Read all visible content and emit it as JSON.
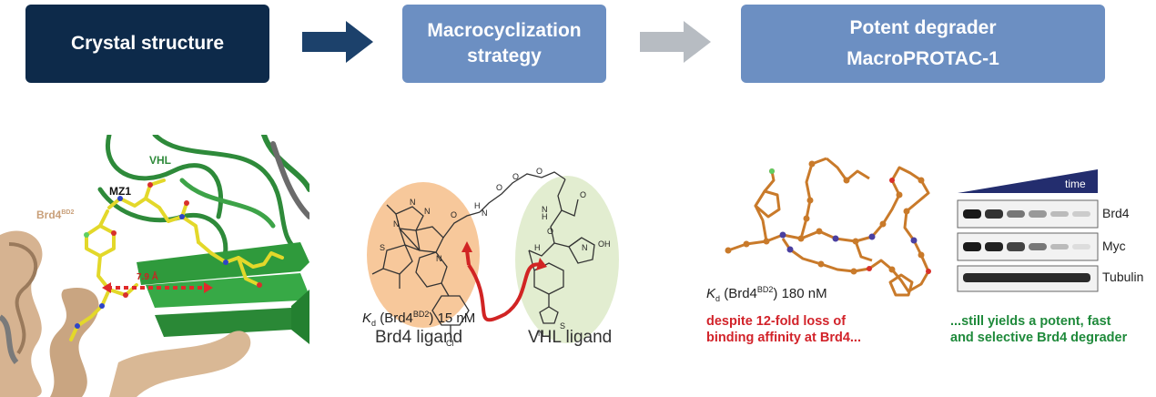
{
  "flow": {
    "step1": "Crystal structure",
    "step2_line1": "Macrocyclization",
    "step2_line2": "strategy",
    "step3_line1": "Potent degrader",
    "step3_line2": "MacroPROTAC-1"
  },
  "crystal": {
    "vhl_label": "VHL",
    "mz1_label": "MZ1",
    "brd4_label": "Brd4",
    "brd4_sup": "BD2",
    "distance_label": "7.9 Å"
  },
  "ligands": {
    "kd_k": "K",
    "kd_d": "d",
    "kd_mid": " (Brd4",
    "kd_sup": "BD2",
    "kd_value": ") 15 nM",
    "brd4_ligand": "Brd4 ligand",
    "vhl_ligand": "VHL ligand",
    "atom_labels": [
      "N",
      "N",
      "N",
      "S",
      "N",
      "Cl",
      "O",
      "H",
      "N",
      "O",
      "O",
      "O",
      "O",
      "N",
      "H",
      "O",
      "N",
      "H",
      "OH",
      "S",
      "N"
    ]
  },
  "macro": {
    "kd_k": "K",
    "kd_d": "d",
    "kd_mid": " (Brd4",
    "kd_sup": "BD2",
    "kd_value": ") 180 nM",
    "note_line1": "despite 12-fold loss of",
    "note_line2": "binding affinity at Brd4..."
  },
  "blot": {
    "time_label": "time",
    "rows": [
      "Brd4",
      "Myc",
      "Tubulin"
    ],
    "note_line1": "...still yields a potent, fast",
    "note_line2": "and selective Brd4 degrader"
  },
  "colors": {
    "dark_navy": "#0d2a4a",
    "steel_blue": "#6c8fc2",
    "arrow_grey": "#b7bcc2",
    "red_text": "#d2232a",
    "green_text": "#1f8a3b"
  }
}
